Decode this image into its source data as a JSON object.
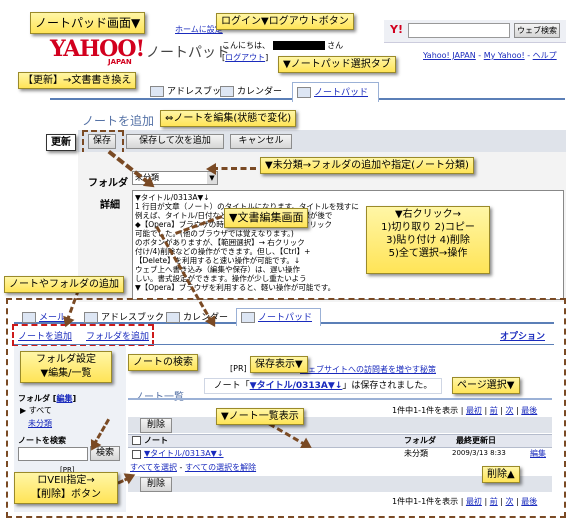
{
  "header": {
    "site_link": "ホームに設定",
    "greeting": "こんにちは、",
    "user_suffix": "さん",
    "logout": "ログアウト",
    "search_button": "ウェブ検索",
    "nav_links": [
      "Yahoo! JAPAN",
      "My Yahoo!",
      "ヘルプ"
    ],
    "logo_text": "YAHOO!",
    "logo_sub": "JAPAN",
    "product_name": "ノートパッド"
  },
  "top_tabs": [
    "アドレスブック",
    "カレンダー",
    "ノートパッド"
  ],
  "editor": {
    "title": "ノートを追加",
    "buttons": [
      "保存",
      "保存して次を追加",
      "キャンセル"
    ],
    "folder_label": "フォルダ",
    "folder_value": "未分類",
    "detail_label": "詳細",
    "body_lines": [
      "▼タイトル/0313A▼↓",
      "1 行目が文章（ノート）のタイトルになります。タイトルを残すに",
      "例えば、タイトル/日付などで記録するとさらに記録が後で",
      "◆【Opera】ブラウザの時は、【Ctrl】+ マウス右クリック",
      "可能でした。(他のブラウザでは覚えなります。)",
      "のボタンがありますが、【範囲選択】→ 右クリック",
      "付け/4)削除などの操作ができます。但し、【Ctrl】+",
      "【Delete】を利用すると速い操作が可能です。↓",
      "ウェブ上へ書き込み（編集や保存）は、遅い操作",
      "しい。書式設定ができます。操作が少し重たいよう",
      "▼【Opera】ブラウザを利用すると、軽い操作が可能です。"
    ]
  },
  "bottom": {
    "tabs": [
      "メール",
      "アドレスブック",
      "カレンダー",
      "ノートパッド"
    ],
    "add_note": "ノートを追加",
    "add_folder": "フォルダを追加",
    "options": "オプション",
    "pr_text": "ウェブサイトへの訪問者を増やす秘策",
    "save_message_prefix": "ノート「",
    "save_message_title": "▼タイトル/0313A▼↓",
    "save_message_suffix": "」は保存されました。",
    "list_title": "ノート一覧",
    "folder_settings": "フォルダ",
    "folder_edit": "編集",
    "folder_all": "すべて",
    "folder_uncategorized": "未分類",
    "search_label": "ノートを検索",
    "search_button": "検索",
    "paging": "1件中1-1件を表示",
    "paging_links": [
      "最初",
      "前",
      "次",
      "最後"
    ],
    "delete_button": "削除",
    "columns": [
      "ノート",
      "フォルダ",
      "最終更新日"
    ],
    "rows": [
      {
        "title": "▼タイトル/0313A▼↓",
        "folder": "未分類",
        "date": "2009/3/13 8:33",
        "action": "編集"
      }
    ],
    "select_all": "すべてを選択",
    "deselect_all": "すべての選択を解除"
  },
  "callouts": {
    "notepad_screen": "ノートパッド画面▼",
    "login_logout": "ログイン▼ログアウトボタン",
    "notepad_tab": "▼ノートパッド選択タブ",
    "update": "【更新】→文書書き換え",
    "edit_note": "⇔ノートを編集(状態で変化)",
    "update_label": "更新",
    "folder_assign": "▼未分類→フォルダの追加や指定(ノート分類)",
    "doc_edit": "▼文書編集画面",
    "right_click_title": "▼右クリック→",
    "right_click_lines": [
      "1)切り取り 2)コピー",
      "3)貼り付け 4)削除",
      "5)全て選択→操作"
    ],
    "add_note_folder": "ノートやフォルダの追加",
    "folder_settings": "フォルダ設定",
    "folder_settings_sub": "▼編集/一覧",
    "note_search": "ノートの検索",
    "save_display": "保存表示▼",
    "page_select": "ページ選択▼",
    "note_list": "▼ノート一覧表示",
    "checkbox_delete": "ロVEII指定→",
    "checkbox_delete_sub": "【削除】ボタン",
    "delete_mark": "削除▲"
  }
}
